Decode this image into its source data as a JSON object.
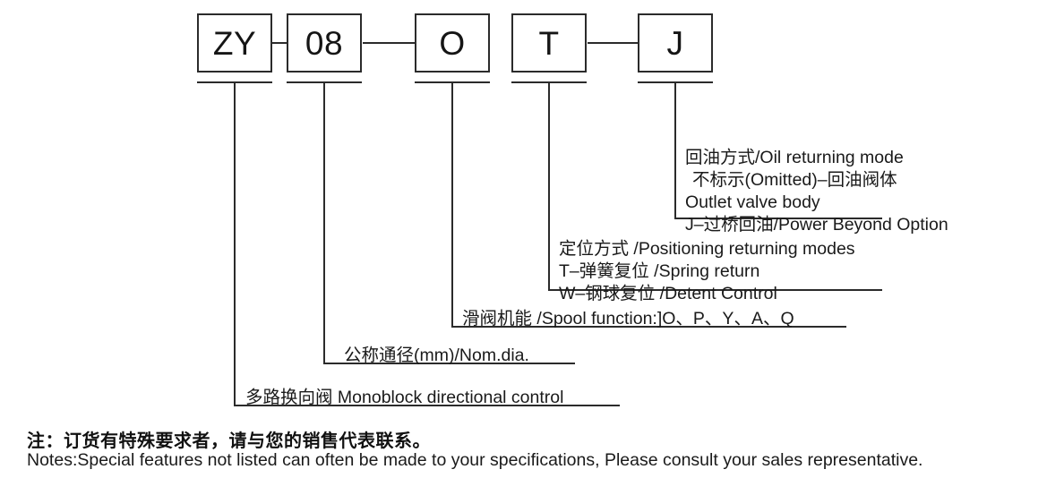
{
  "code_boxes": [
    {
      "name": "prefix",
      "value": "ZY"
    },
    {
      "name": "bore",
      "value": "08"
    },
    {
      "name": "spool",
      "value": "O"
    },
    {
      "name": "position",
      "value": "T"
    },
    {
      "name": "oil-mode",
      "value": "J"
    }
  ],
  "descriptions": {
    "oil_returning_mode": {
      "lines": [
        "回油方式/Oil returning mode",
        "不标示(Omitted)–回油阀体",
        "Outlet valve body",
        "J–过桥回油/Power Beyond Option"
      ]
    },
    "positioning_modes": {
      "lines": [
        "定位方式 /Positioning returning modes",
        "T–弹簧复位 /Spring return",
        "W–钢球复位 /Detent Control"
      ]
    },
    "spool_function": {
      "lines": [
        "滑阀机能 /Spool function:]O、P、Y、A、Q"
      ]
    },
    "nominal_diameter": {
      "lines": [
        "公称通径(mm)/Nom.dia."
      ]
    },
    "monoblock": {
      "lines": [
        "多路换向阀 Monoblock directional control"
      ]
    }
  },
  "notes": {
    "chinese": "注：订货有特殊要求者，请与您的销售代表联系。",
    "english": "Notes:Special features not listed can often be made to your specifications, Please consult your sales representative."
  },
  "colors": {
    "line": "#2b2b2b",
    "text": "#1a1a1a",
    "background": "#ffffff"
  }
}
